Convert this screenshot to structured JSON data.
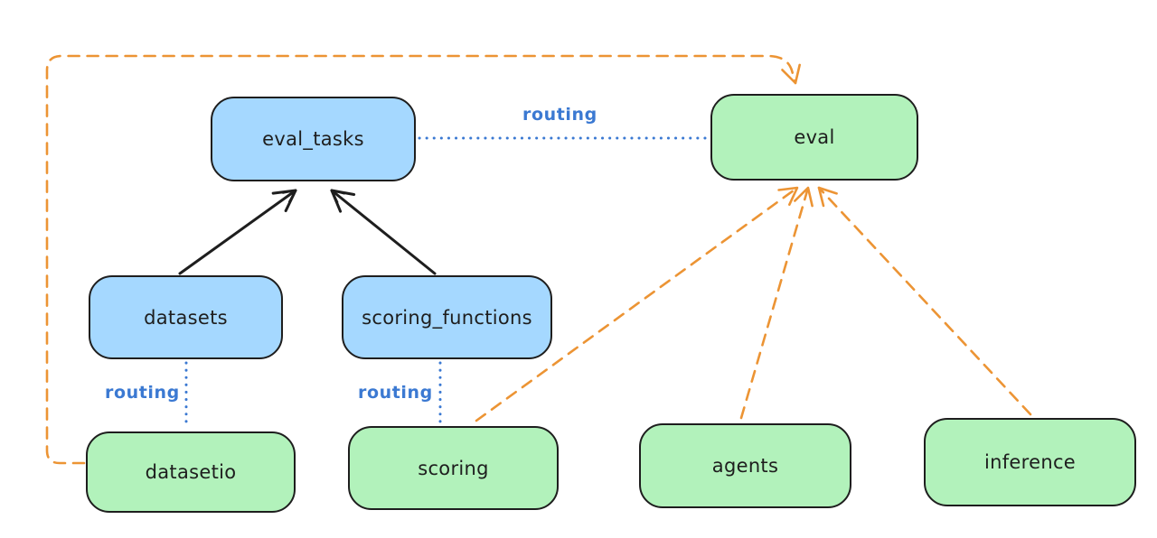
{
  "colors": {
    "background": "#ffffff",
    "node_blue_fill": "#a5d8ff",
    "node_green_fill": "#b2f2bb",
    "node_stroke": "#1e1e1e",
    "black": "#1e1e1e",
    "routing_blue": "#3b79d2",
    "orange": "#ec9434"
  },
  "nodes": {
    "eval_tasks": {
      "label": "eval_tasks",
      "color": "blue"
    },
    "eval": {
      "label": "eval",
      "color": "green"
    },
    "datasets": {
      "label": "datasets",
      "color": "blue"
    },
    "scoring_functions": {
      "label": "scoring_functions",
      "color": "blue"
    },
    "datasetio": {
      "label": "datasetio",
      "color": "green"
    },
    "scoring": {
      "label": "scoring",
      "color": "green"
    },
    "agents": {
      "label": "agents",
      "color": "green"
    },
    "inference": {
      "label": "inference",
      "color": "green"
    }
  },
  "edge_labels": {
    "eval_tasks_to_eval": "routing",
    "datasets_to_datasetio": "routing",
    "scoring_functions_to_scoring": "routing"
  },
  "edges": [
    {
      "from": "datasets",
      "to": "eval_tasks",
      "style": "solid",
      "color": "black",
      "arrow": true,
      "label": ""
    },
    {
      "from": "scoring_functions",
      "to": "eval_tasks",
      "style": "solid",
      "color": "black",
      "arrow": true,
      "label": ""
    },
    {
      "from": "eval_tasks",
      "to": "eval",
      "style": "dotted",
      "color": "blue",
      "arrow": false,
      "label": "routing"
    },
    {
      "from": "datasets",
      "to": "datasetio",
      "style": "dotted",
      "color": "blue",
      "arrow": false,
      "label": "routing"
    },
    {
      "from": "scoring_functions",
      "to": "scoring",
      "style": "dotted",
      "color": "blue",
      "arrow": false,
      "label": "routing"
    },
    {
      "from": "datasetio",
      "to": "eval",
      "style": "dashed",
      "color": "orange",
      "arrow": true,
      "label": ""
    },
    {
      "from": "scoring",
      "to": "eval",
      "style": "dashed",
      "color": "orange",
      "arrow": true,
      "label": ""
    },
    {
      "from": "agents",
      "to": "eval",
      "style": "dashed",
      "color": "orange",
      "arrow": true,
      "label": ""
    },
    {
      "from": "inference",
      "to": "eval",
      "style": "dashed",
      "color": "orange",
      "arrow": true,
      "label": ""
    }
  ]
}
